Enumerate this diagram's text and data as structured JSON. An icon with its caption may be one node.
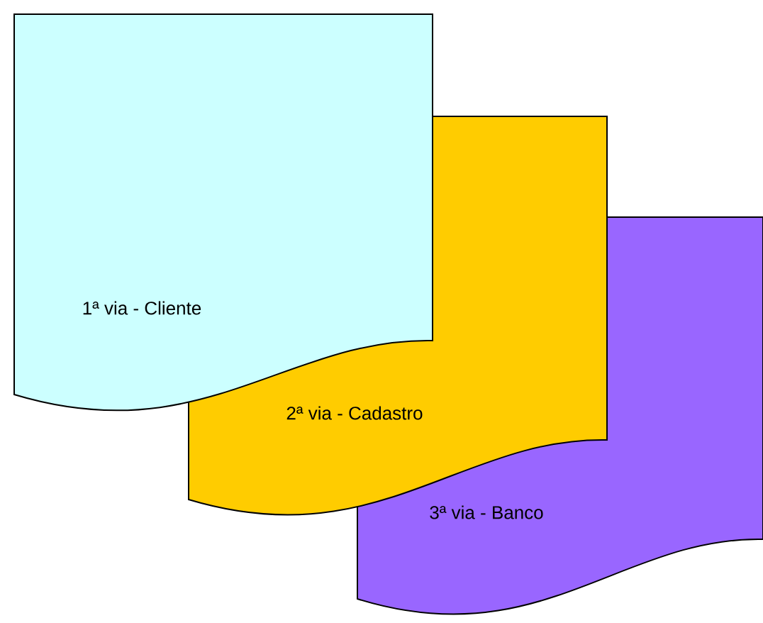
{
  "diagram": {
    "nodes": [
      {
        "text": [
          "1ª via - Cliente"
        ]
      },
      {
        "text": [
          "2ª via - Cadastro"
        ]
      },
      {
        "text": [
          "3ª via - Banco"
        ]
      }
    ]
  }
}
